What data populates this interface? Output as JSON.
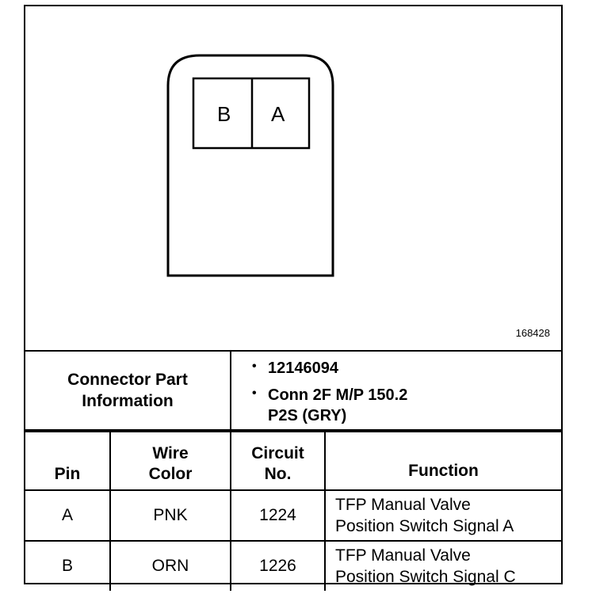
{
  "connector": {
    "figure_number": "168428",
    "cavities": [
      "B",
      "A"
    ]
  },
  "part_info": {
    "label_line1": "Connector Part",
    "label_line2": "Information",
    "items": [
      "12146094",
      "Conn 2F M/P 150.2",
      "P2S (GRY)"
    ],
    "bullet": "•"
  },
  "table": {
    "headers": {
      "pin": "Pin",
      "wire_line1": "Wire",
      "wire_line2": "Color",
      "circuit_line1": "Circuit",
      "circuit_line2": "No.",
      "function": "Function"
    },
    "rows": [
      {
        "pin": "A",
        "wire": "PNK",
        "circuit": "1224",
        "function_line1": "TFP Manual Valve",
        "function_line2": "Position Switch Signal A"
      },
      {
        "pin": "B",
        "wire": "ORN",
        "circuit": "1226",
        "function_line1": "TFP Manual Valve",
        "function_line2": "Position Switch Signal C"
      }
    ]
  }
}
